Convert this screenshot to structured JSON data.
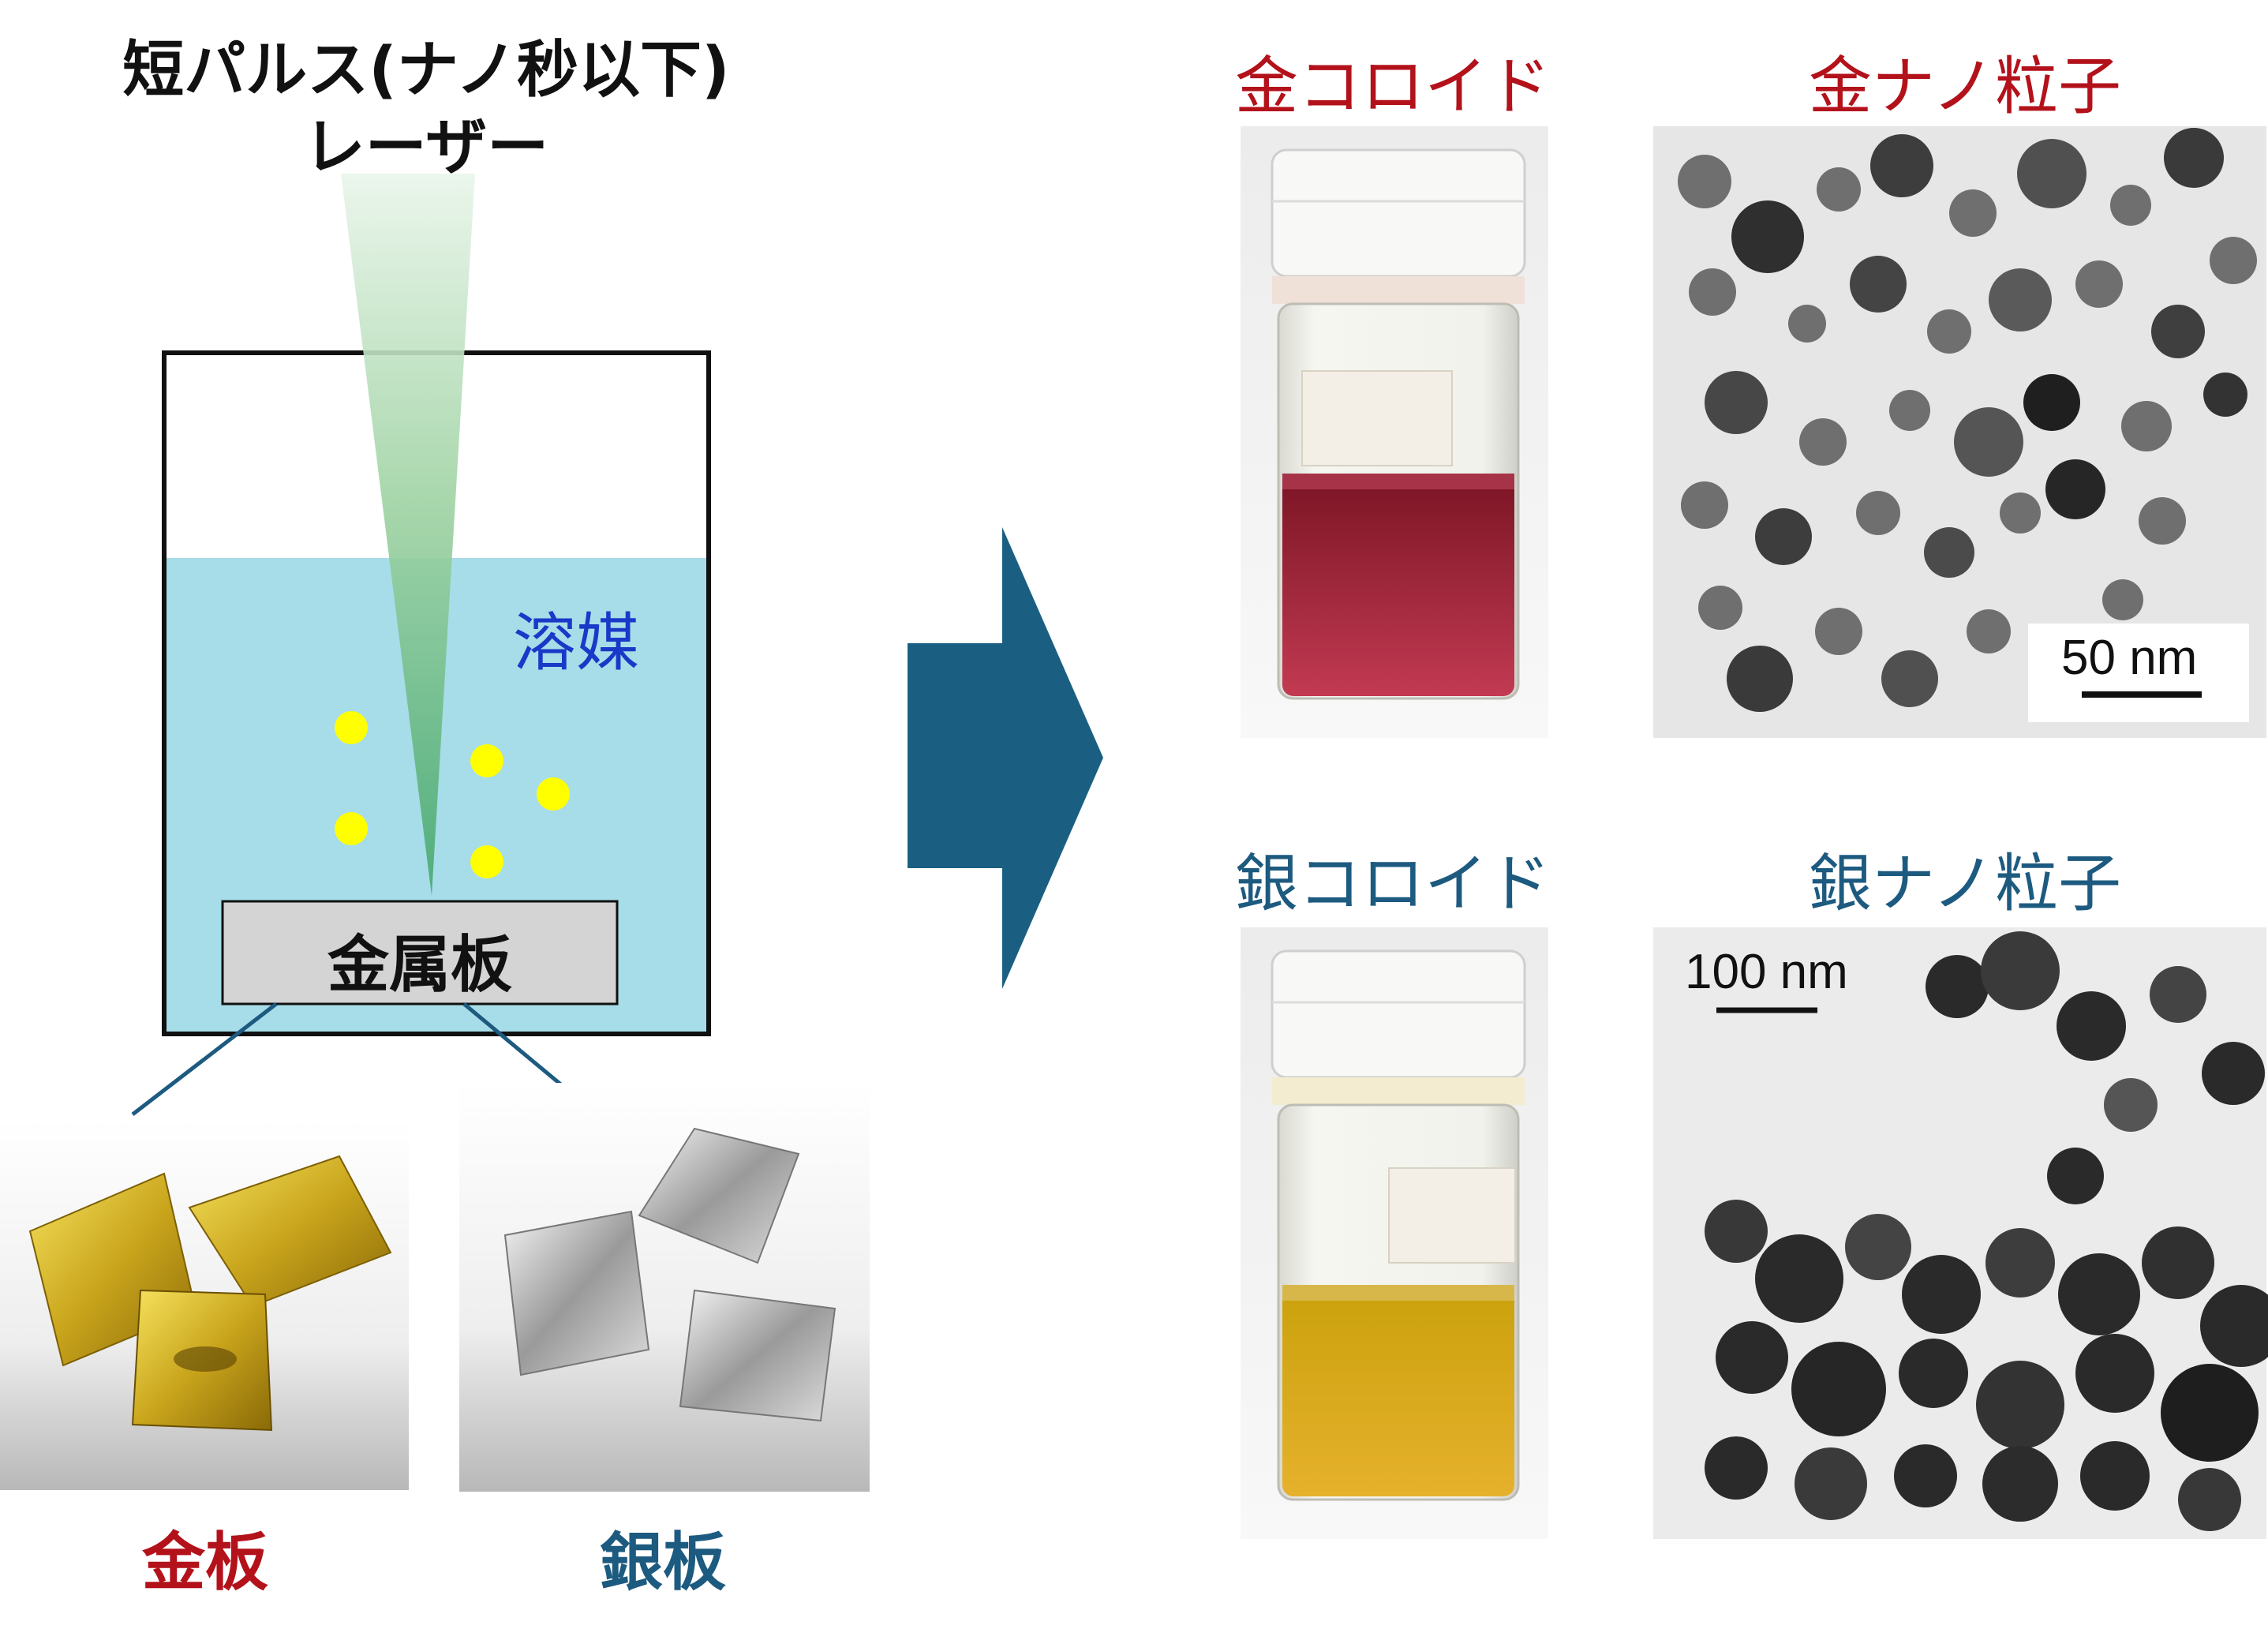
{
  "laser": {
    "line1": "短パルス(ナノ秒以下)",
    "line2": "レーザー"
  },
  "solvent_label": "溶媒",
  "metal_plate_label": "金属板",
  "gold_plate_label": "金板",
  "silver_plate_label": "銀板",
  "gold_colloid_label": "金コロイド",
  "silver_colloid_label": "銀コロイド",
  "gold_np_label": "金ナノ粒子",
  "silver_np_label": "銀ナノ粒子",
  "gold_scale": "50 nm",
  "silver_scale": "100 nm",
  "colors": {
    "red_label": "#b3121b",
    "blue_label": "#1d5a80",
    "solvent_text": "#1a39c8",
    "solvent": "#a6dde8",
    "arrow": "#1a5f82"
  }
}
